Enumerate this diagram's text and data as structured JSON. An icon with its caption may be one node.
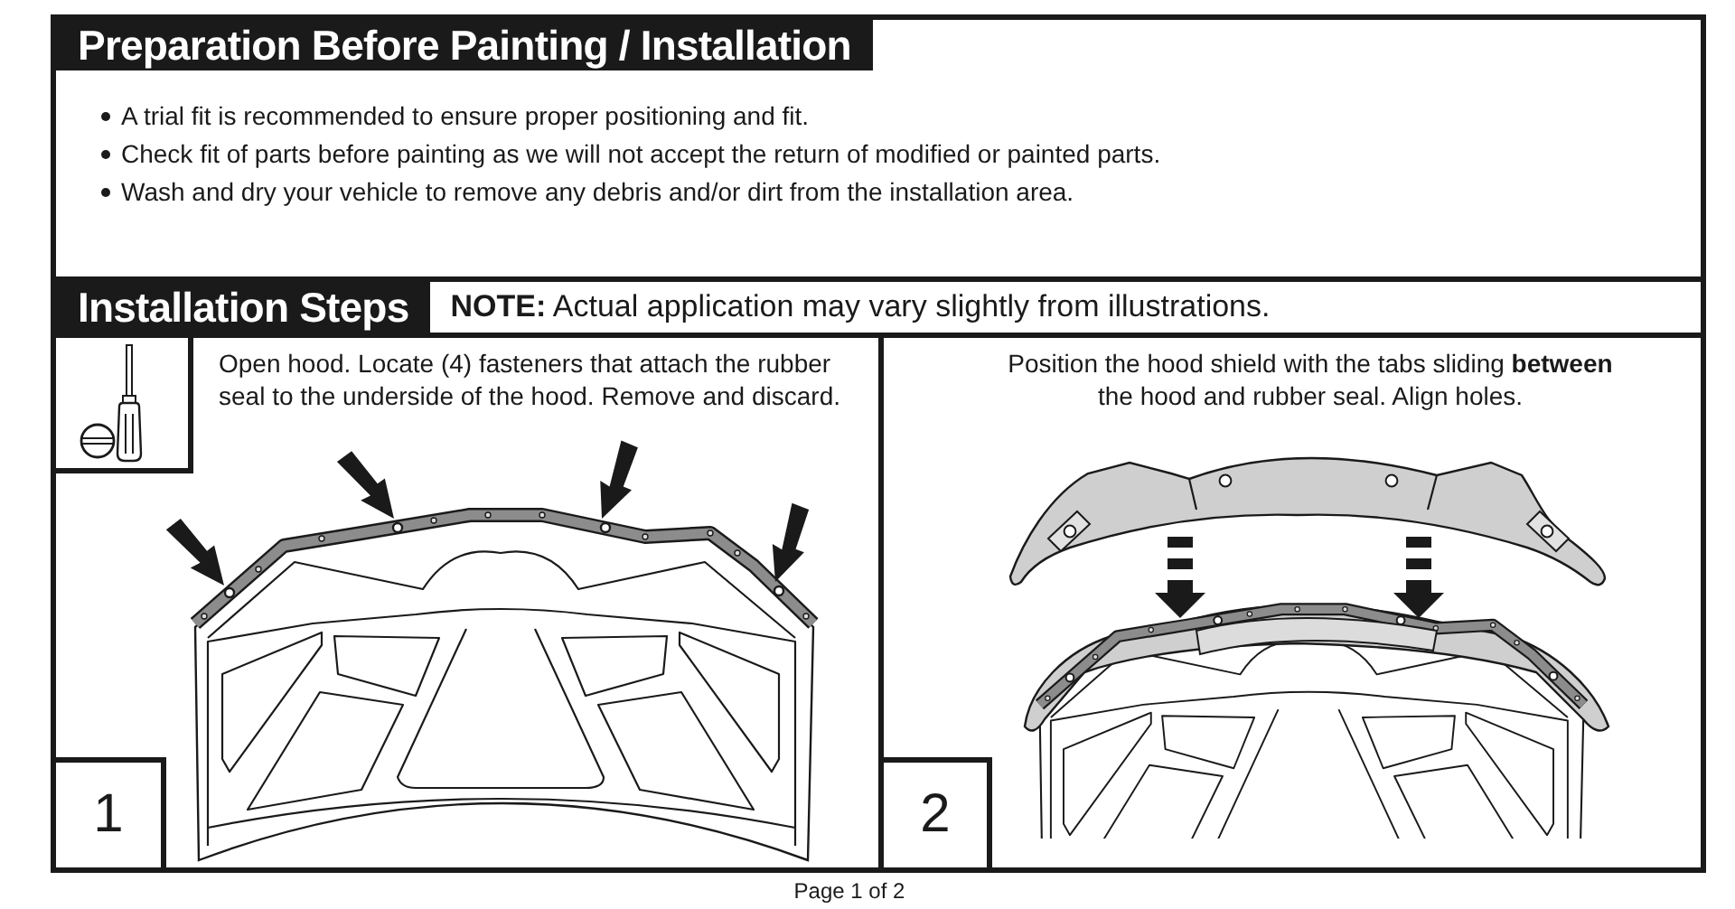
{
  "diagram": {
    "nodes": [
      {
        "text": [
          "Preparation Before Painting / Installation",
          "A trial fit is recommended to ensure proper positioning and fit.",
          "Check fit of parts before painting as we will not accept the return of modified or painted parts.",
          "Wash and dry your vehicle to remove any debris and/or dirt from the installation area."
        ]
      },
      {
        "text": [
          "Installation Steps",
          "**NOTE:** Actual application may vary slightly from illustrations."
        ]
      },
      {
        "text": [
          "Open hood. Locate (4) fasteners that attach the rubber seal to the underside of the hood. Remove and discard."
        ],
        "in": 1
      },
      {
        "text": [],
        "shape": "picture",
        "in": 2
      },
      {
        "text": [
          "1"
        ],
        "in": 2
      },
      {
        "text": [
          "Position the hood shield with the tabs sliding **between** the hood and rubber seal. Align holes."
        ],
        "in": 1
      },
      {
        "text": [
          "2"
        ],
        "in": 5
      }
    ],
    "labels": [
      "Page 1 of 2"
    ]
  }
}
